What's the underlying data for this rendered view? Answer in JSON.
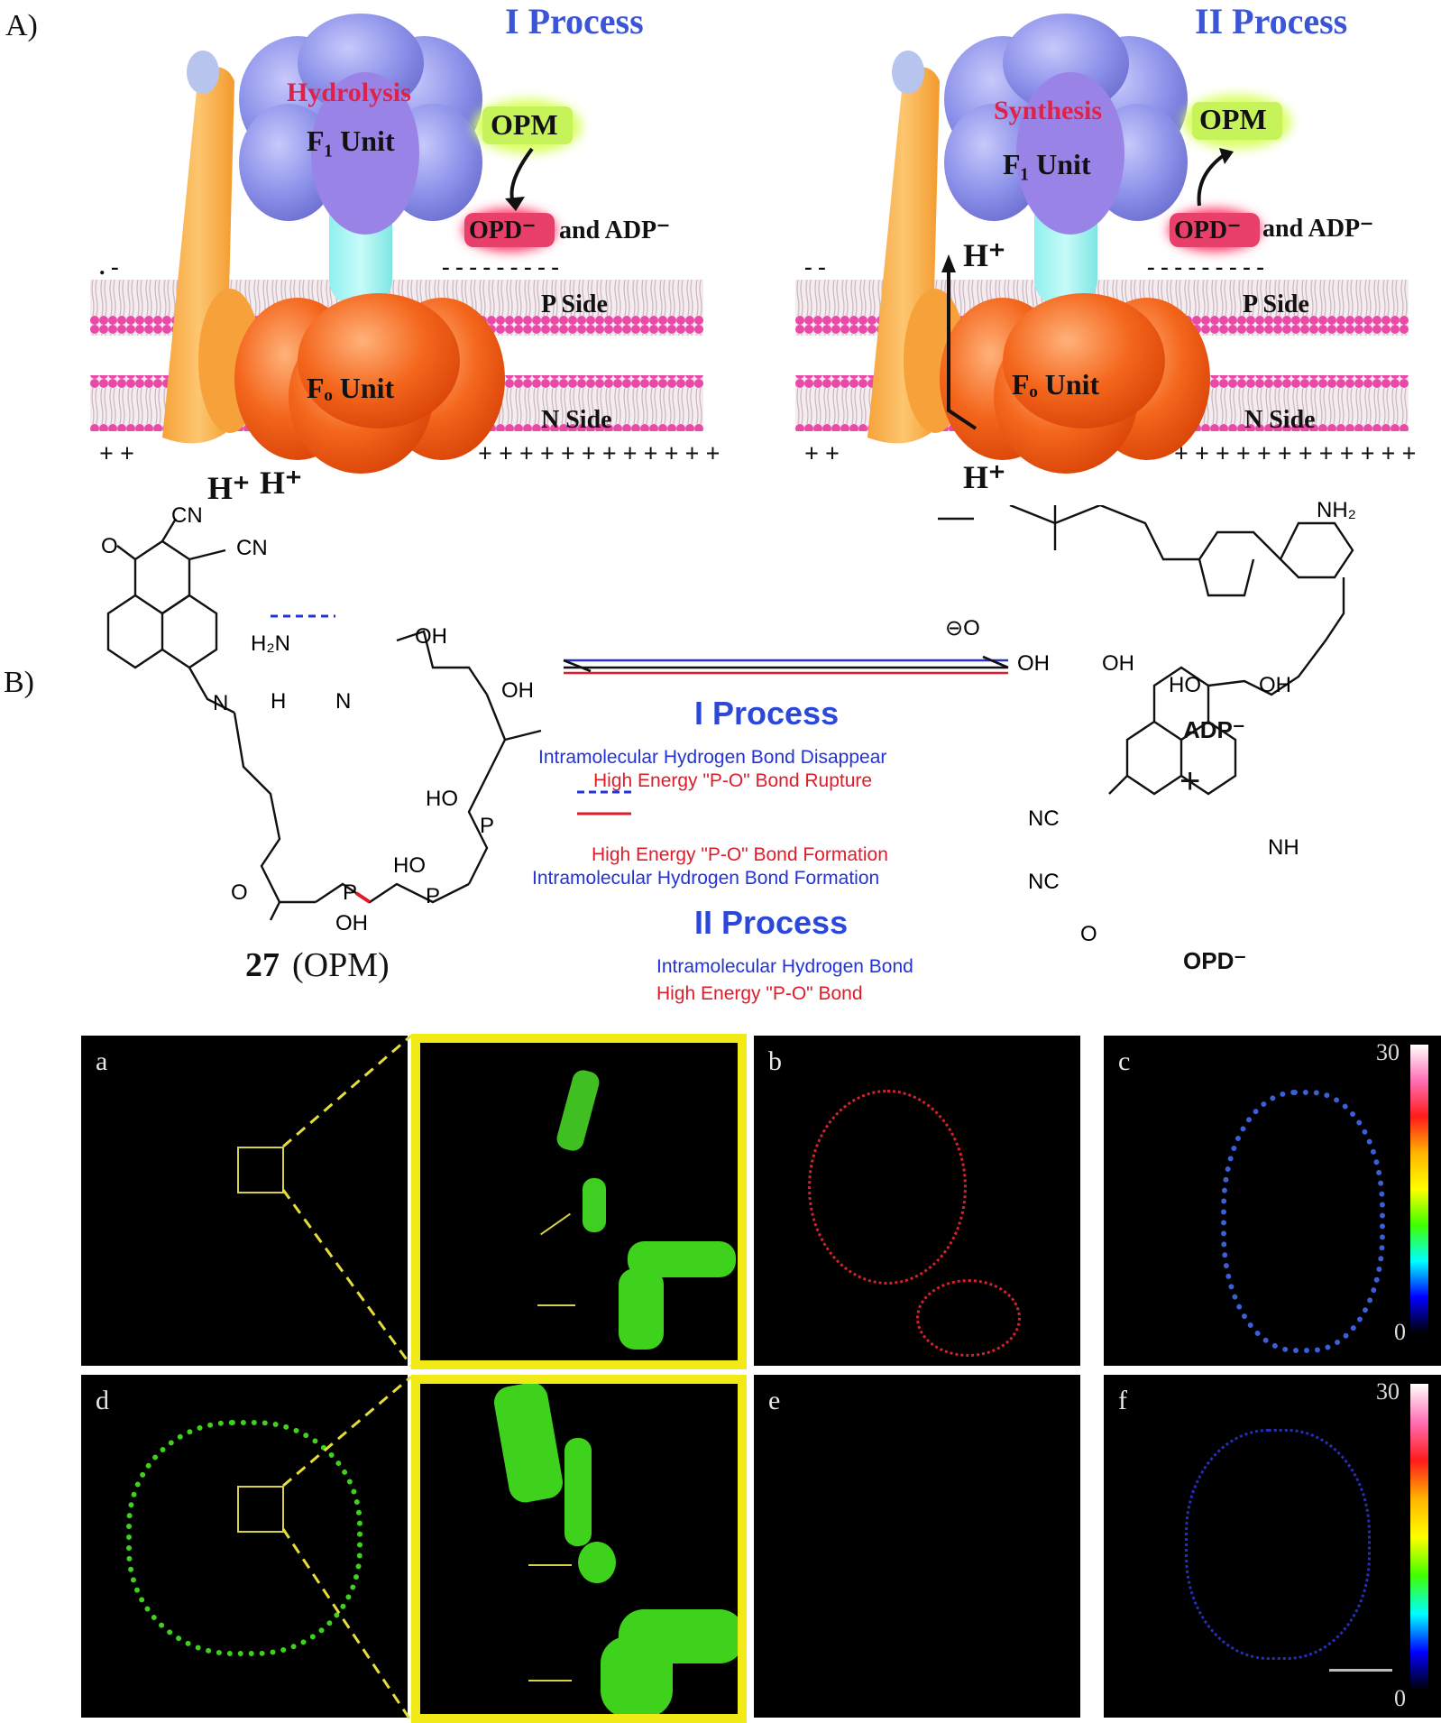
{
  "panel_a": {
    "letter": "A)",
    "left": {
      "title": "I Process",
      "f1_action": "Hydrolysis",
      "f1_unit": "F₁ Unit",
      "fo_unit": "Fₒ Unit",
      "reactant": "OPM",
      "product_opd": "OPD⁻",
      "product_adp": "and ADP⁻",
      "p_side": "P Side",
      "n_side": "N Side",
      "proton_left": "H⁺",
      "proton_right": "H⁺"
    },
    "right": {
      "title": "II Process",
      "f1_action": "Synthesis",
      "f1_unit": "F₁ Unit",
      "fo_unit": "Fₒ Unit",
      "reactant": "OPM",
      "product_opd": "OPD⁻",
      "product_adp": "and ADP⁻",
      "p_side": "P Side",
      "n_side": "N Side",
      "proton_top": "H⁺",
      "proton_bottom": "H⁺"
    }
  },
  "panel_b": {
    "letter": "B)",
    "compound_number": "27",
    "compound_name": "(OPM)",
    "process_1": "I Process",
    "process_2": "II Process",
    "forward_line1": "Intramolecular Hydrogen Bond Disappear",
    "forward_line2": "High Energy \"P-O\" Bond Rupture",
    "reverse_line1": "High Energy \"P-O\" Bond Formation",
    "reverse_line2": "Intramolecular Hydrogen Bond Formation",
    "legend_dashed": "Intramolecular Hydrogen Bond",
    "legend_solid": "High Energy \"P-O\" Bond",
    "adp_label": "ADP⁻",
    "opd_label": "OPD⁻",
    "plus": "+",
    "atoms": {
      "cn": "CN",
      "nc": "NC",
      "o": "O",
      "n": "N",
      "nh": "NH",
      "nh2": "NH₂",
      "h2n": "H₂N",
      "h": "H",
      "oh": "OH",
      "ho": "HO",
      "p": "P",
      "o_minus": "⊖O"
    }
  },
  "panel_c": {
    "labels": [
      "a",
      "b",
      "c",
      "d",
      "e",
      "f"
    ],
    "scale_max": "30",
    "scale_min": "0"
  },
  "colors": {
    "title_blue": "#3b55d8",
    "hydrolysis_red": "#e0224a",
    "f1_purple": "#8f93e6",
    "fo_orange": "#f26a1c",
    "stator_orange": "#f6a13a",
    "membrane_pink": "#e94aa8",
    "opm_green": "#c6f25a",
    "zoom_yellow": "#f2ea16",
    "micro_green": "#3fd21c",
    "micro_red": "#e8202b"
  }
}
